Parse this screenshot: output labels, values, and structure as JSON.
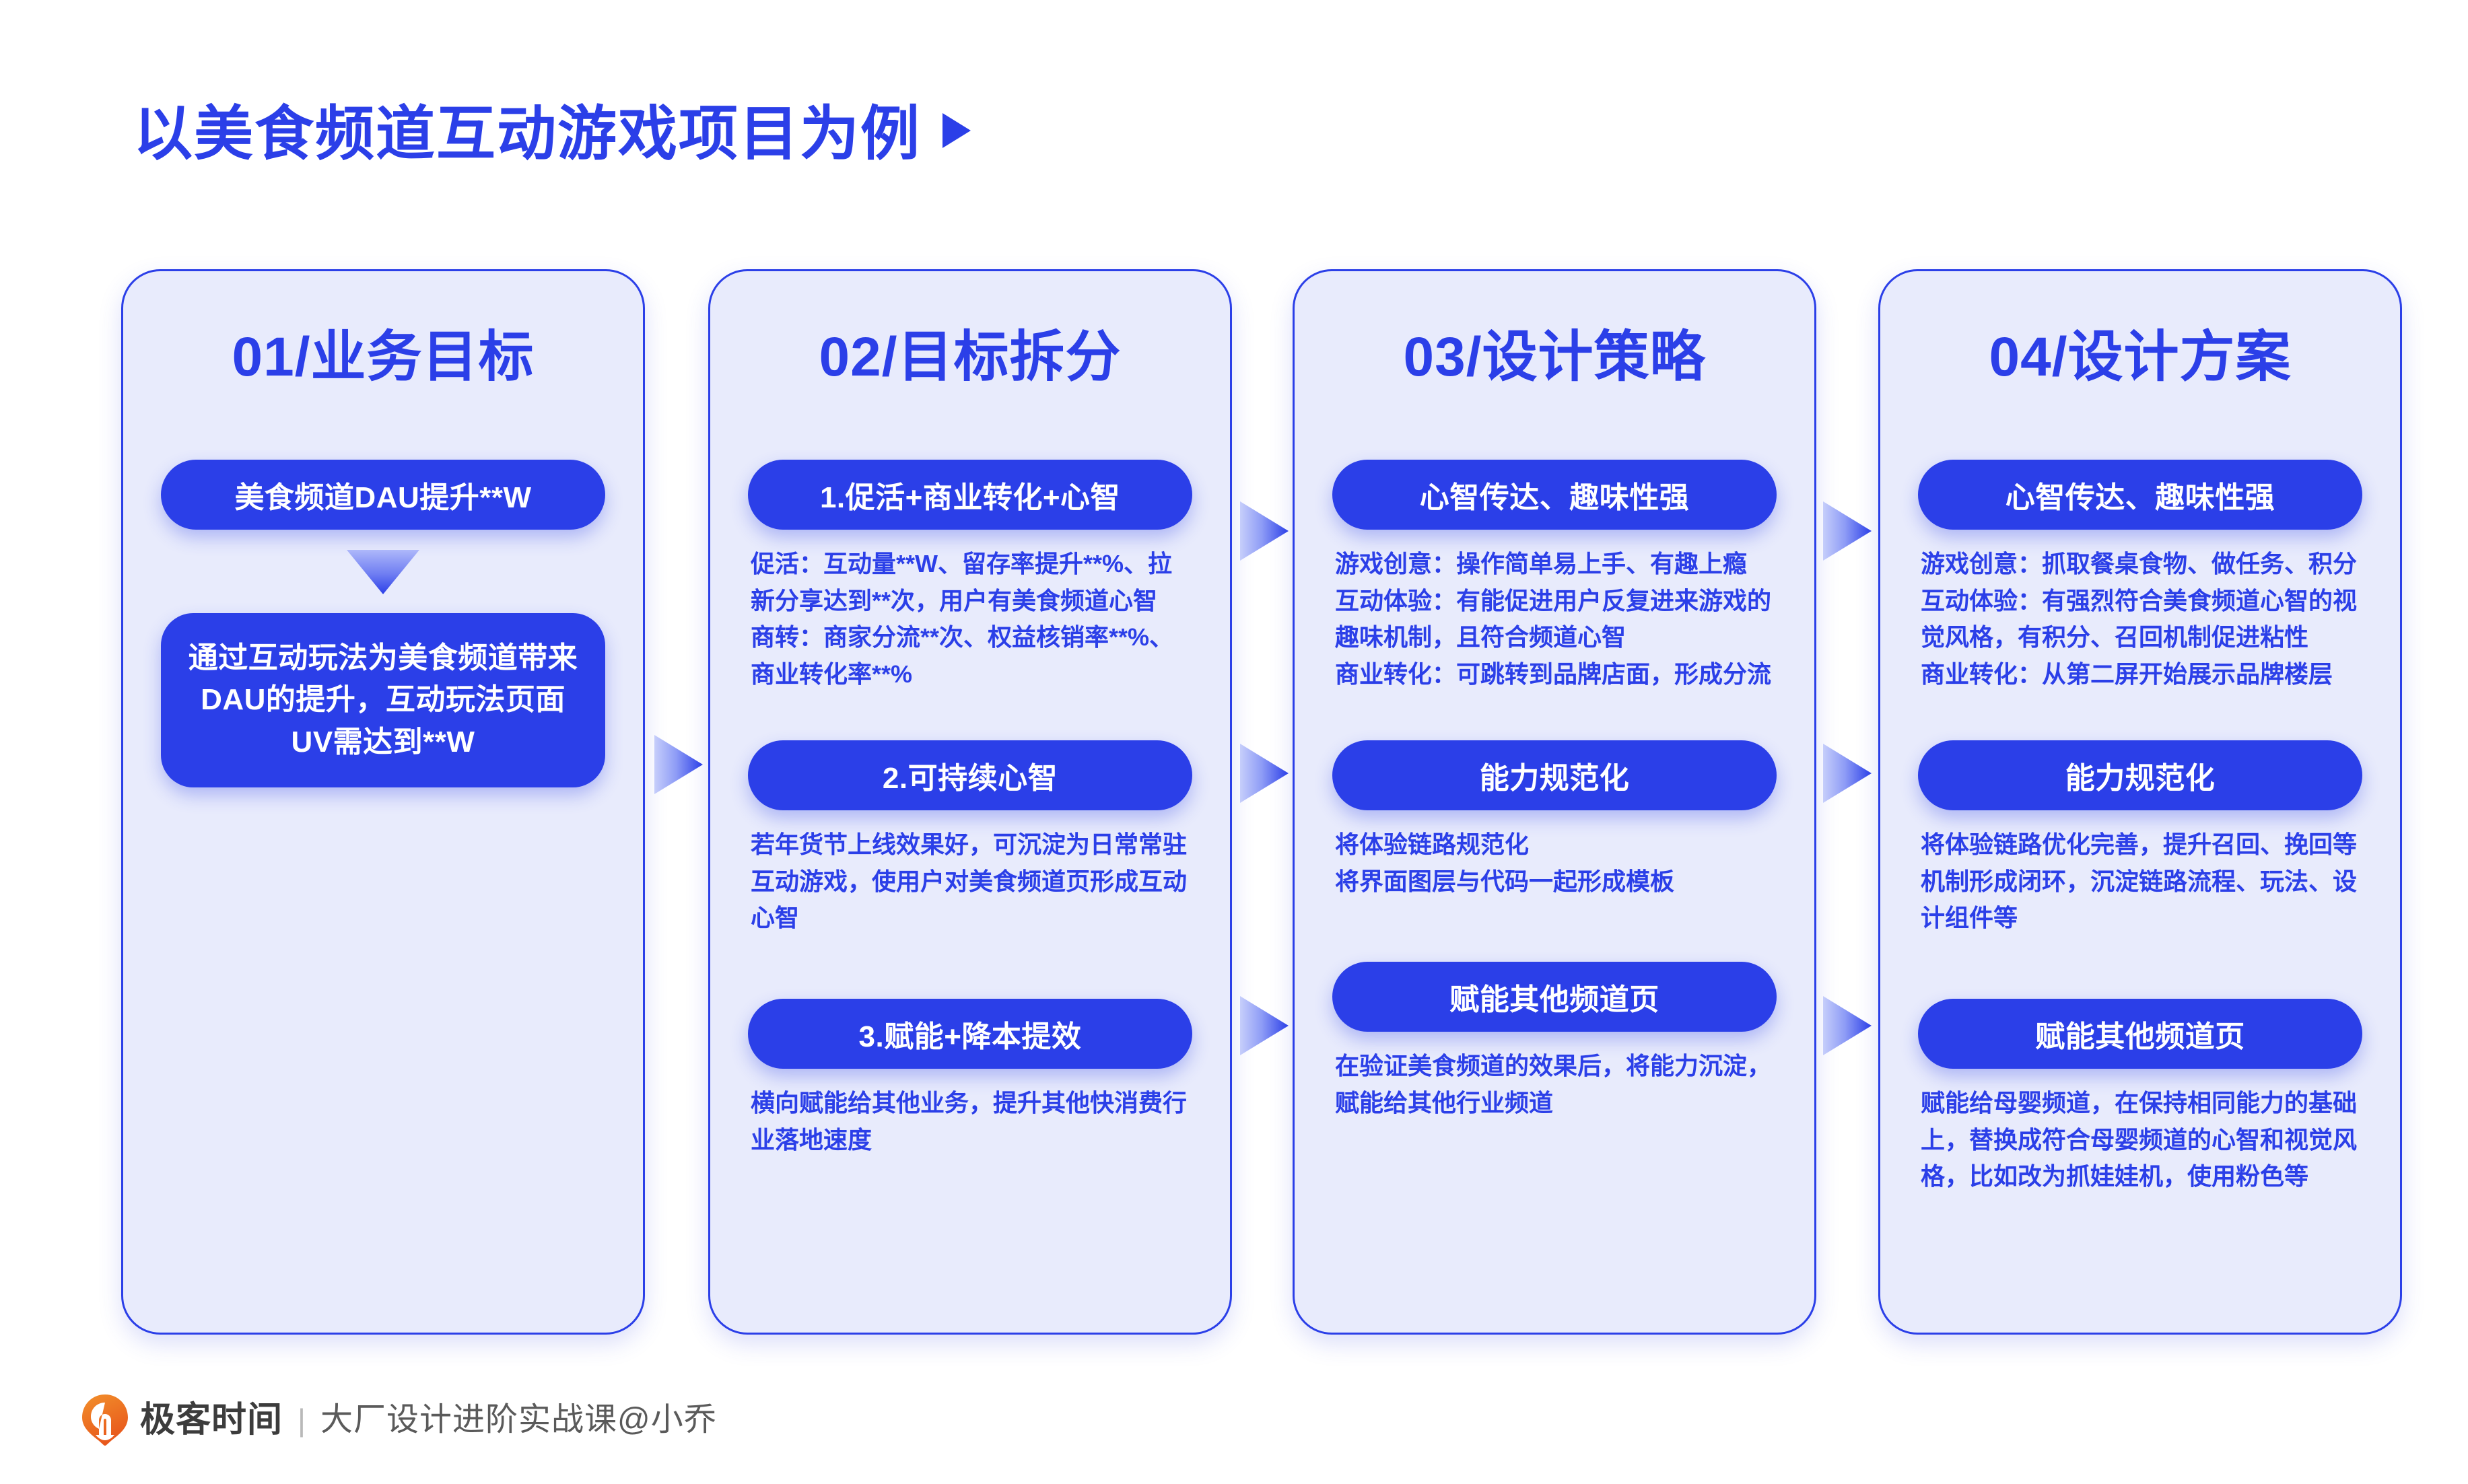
{
  "slide": {
    "title": "以美食频道互动游戏项目为例",
    "title_arrow_icon": "play-triangle-icon",
    "accent_color": "#2B3FE8",
    "card_fill_color": "#E8EBFC",
    "page_background": "#FFFFFF"
  },
  "columns": [
    {
      "heading": "01/业务目标",
      "blocks": [
        {
          "pill": "美食频道DAU提升**W",
          "multiline": false,
          "desc": ""
        },
        {
          "connector": "down-arrow"
        },
        {
          "pill": "通过互动玩法为美食频道带来DAU的提升，互动玩法页面UV需达到**W",
          "multiline": true,
          "desc": ""
        }
      ]
    },
    {
      "heading": "02/目标拆分",
      "blocks": [
        {
          "pill": "1.促活+商业转化+心智",
          "multiline": false,
          "desc": "促活：互动量**W、留存率提升**%、拉新分享达到**次，用户有美食频道心智\n商转：商家分流**次、权益核销率**%、商业转化率**%"
        },
        {
          "pill": "2.可持续心智",
          "multiline": false,
          "desc": "若年货节上线效果好，可沉淀为日常常驻互动游戏，使用户对美食频道页形成互动心智"
        },
        {
          "pill": "3.赋能+降本提效",
          "multiline": false,
          "desc": "横向赋能给其他业务，提升其他快消费行业落地速度"
        }
      ]
    },
    {
      "heading": "03/设计策略",
      "blocks": [
        {
          "pill": "心智传达、趣味性强",
          "multiline": false,
          "desc": "游戏创意：操作简单易上手、有趣上瘾\n互动体验：有能促进用户反复进来游戏的趣味机制，且符合频道心智\n商业转化：可跳转到品牌店面，形成分流"
        },
        {
          "pill": "能力规范化",
          "multiline": false,
          "desc": "将体验链路规范化\n将界面图层与代码一起形成模板"
        },
        {
          "pill": "赋能其他频道页",
          "multiline": false,
          "desc": "在验证美食频道的效果后，将能力沉淀，赋能给其他行业频道"
        }
      ]
    },
    {
      "heading": "04/设计方案",
      "blocks": [
        {
          "pill": "心智传达、趣味性强",
          "multiline": false,
          "desc": "游戏创意：抓取餐桌食物、做任务、积分\n互动体验：有强烈符合美食频道心智的视觉风格，有积分、召回机制促进粘性\n商业转化：从第二屏开始展示品牌楼层"
        },
        {
          "pill": "能力规范化",
          "multiline": false,
          "desc": "将体验链路优化完善，提升召回、挽回等机制形成闭环，沉淀链路流程、玩法、设计组件等"
        },
        {
          "pill": "赋能其他频道页",
          "multiline": false,
          "desc": "赋能给母婴频道，在保持相同能力的基础上，替换成符合母婴频道的心智和视觉风格，比如改为抓娃娃机，使用粉色等"
        }
      ]
    }
  ],
  "connectors": {
    "right_arrow_icon": "right-arrow-triangle-icon",
    "down_arrow_icon": "down-arrow-triangle-icon"
  },
  "footer": {
    "logo_icon": "geekbang-logo-icon",
    "brand": "极客时间",
    "separator": "|",
    "course": "大厂设计进阶实战课@小乔"
  }
}
